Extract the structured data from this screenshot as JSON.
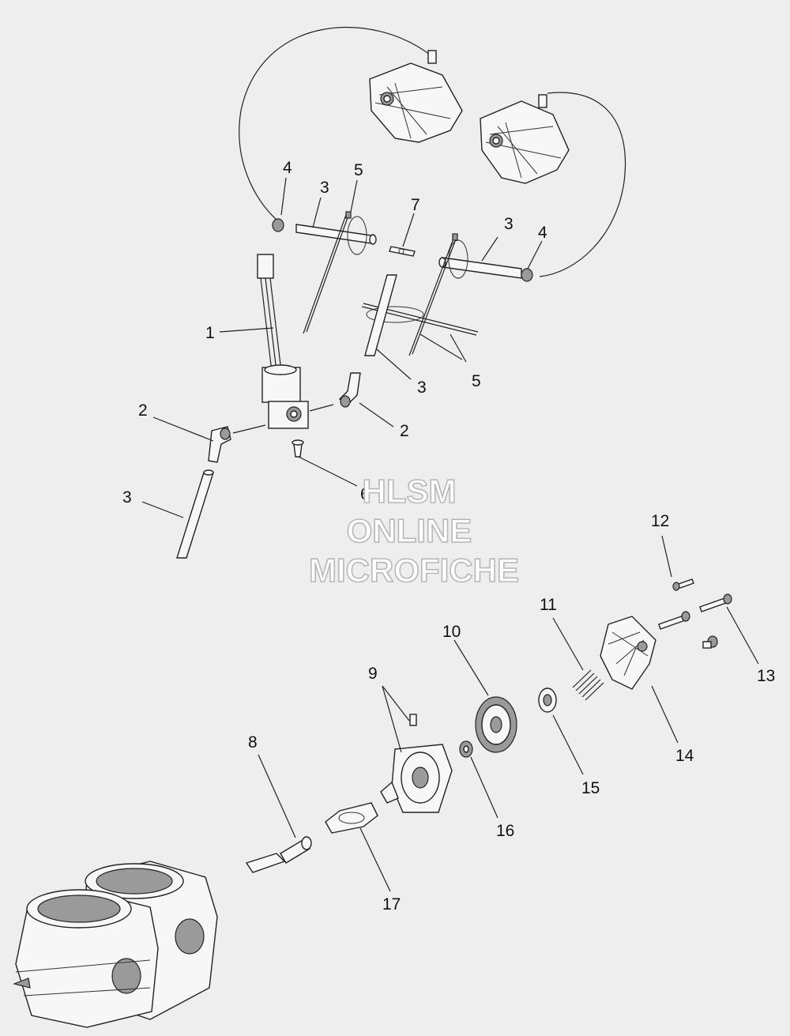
{
  "callouts": [
    {
      "id": "c1",
      "text": "1"
    },
    {
      "id": "c2a",
      "text": "2"
    },
    {
      "id": "c2b",
      "text": "2"
    },
    {
      "id": "c3a",
      "text": "3"
    },
    {
      "id": "c3b",
      "text": "3"
    },
    {
      "id": "c3c",
      "text": "3"
    },
    {
      "id": "c3d",
      "text": "3"
    },
    {
      "id": "c4a",
      "text": "4"
    },
    {
      "id": "c4b",
      "text": "4"
    },
    {
      "id": "c5a",
      "text": "5"
    },
    {
      "id": "c5b",
      "text": "5"
    },
    {
      "id": "c6",
      "text": "6"
    },
    {
      "id": "c7",
      "text": "7"
    },
    {
      "id": "c8",
      "text": "8"
    },
    {
      "id": "c9",
      "text": "9"
    },
    {
      "id": "c10",
      "text": "10"
    },
    {
      "id": "c11",
      "text": "11"
    },
    {
      "id": "c12",
      "text": "12"
    },
    {
      "id": "c13",
      "text": "13"
    },
    {
      "id": "c14",
      "text": "14"
    },
    {
      "id": "c15",
      "text": "15"
    },
    {
      "id": "c16",
      "text": "16"
    },
    {
      "id": "c17",
      "text": "17"
    }
  ],
  "watermark": {
    "line1": "HLSM",
    "line2": "ONLINE",
    "line3": "MICROFICHE"
  }
}
